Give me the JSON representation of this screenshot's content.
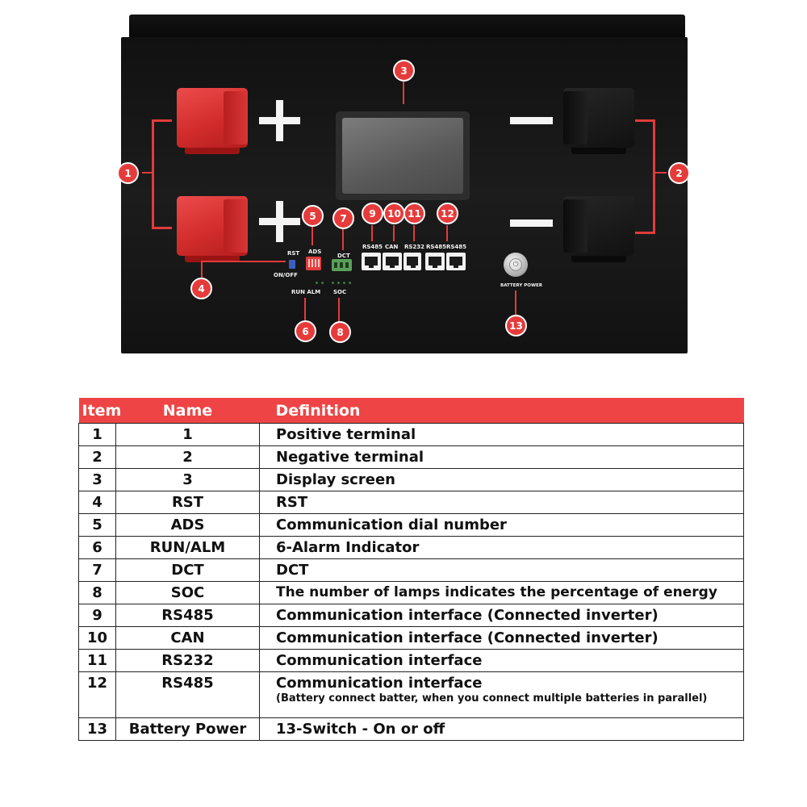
{
  "callouts": [
    "1",
    "2",
    "3",
    "4",
    "5",
    "6",
    "7",
    "8",
    "9",
    "10",
    "11",
    "12",
    "13"
  ],
  "panel_labels": {
    "rst": "RST",
    "on_off": "ON/OFF",
    "ads": "ADS",
    "dct": "DCT",
    "run_alm": "RUN  ALM",
    "soc": "SOC",
    "ports": [
      "RS485",
      "CAN",
      "RS232",
      "RS485",
      "RS485"
    ],
    "battery_power": "BATTERY POWER"
  },
  "table": {
    "headers": [
      "Item",
      "Name",
      "Definition"
    ],
    "rows": [
      {
        "item": "1",
        "name": "1",
        "definition": "Positive terminal"
      },
      {
        "item": "2",
        "name": "2",
        "definition": "Negative terminal"
      },
      {
        "item": "3",
        "name": "3",
        "definition": "Display screen"
      },
      {
        "item": "4",
        "name": "RST",
        "definition": "RST"
      },
      {
        "item": "5",
        "name": "ADS",
        "definition": "Communication dial number"
      },
      {
        "item": "6",
        "name": "RUN/ALM",
        "definition": "6-Alarm Indicator"
      },
      {
        "item": "7",
        "name": "DCT",
        "definition": "DCT"
      },
      {
        "item": "8",
        "name": "SOC",
        "definition": "The number of lamps indicates the percentage of energy"
      },
      {
        "item": "9",
        "name": "RS485",
        "definition": "Communication interface (Connected inverter)"
      },
      {
        "item": "10",
        "name": "CAN",
        "definition": "Communication interface (Connected inverter)"
      },
      {
        "item": "11",
        "name": "RS232",
        "definition": "Communication interface"
      },
      {
        "item": "12",
        "name": "RS485",
        "definition": "Communication interface",
        "note": "(Battery connect batter, when you connect multiple batteries in parallel)"
      },
      {
        "item": "13",
        "name": "Battery Power",
        "definition": "13-Switch - On or off"
      }
    ]
  },
  "colors": {
    "accent": "#ee4445",
    "callout": "#e63b3b",
    "panel": "#151515",
    "positive_terminal": "#d83232"
  }
}
